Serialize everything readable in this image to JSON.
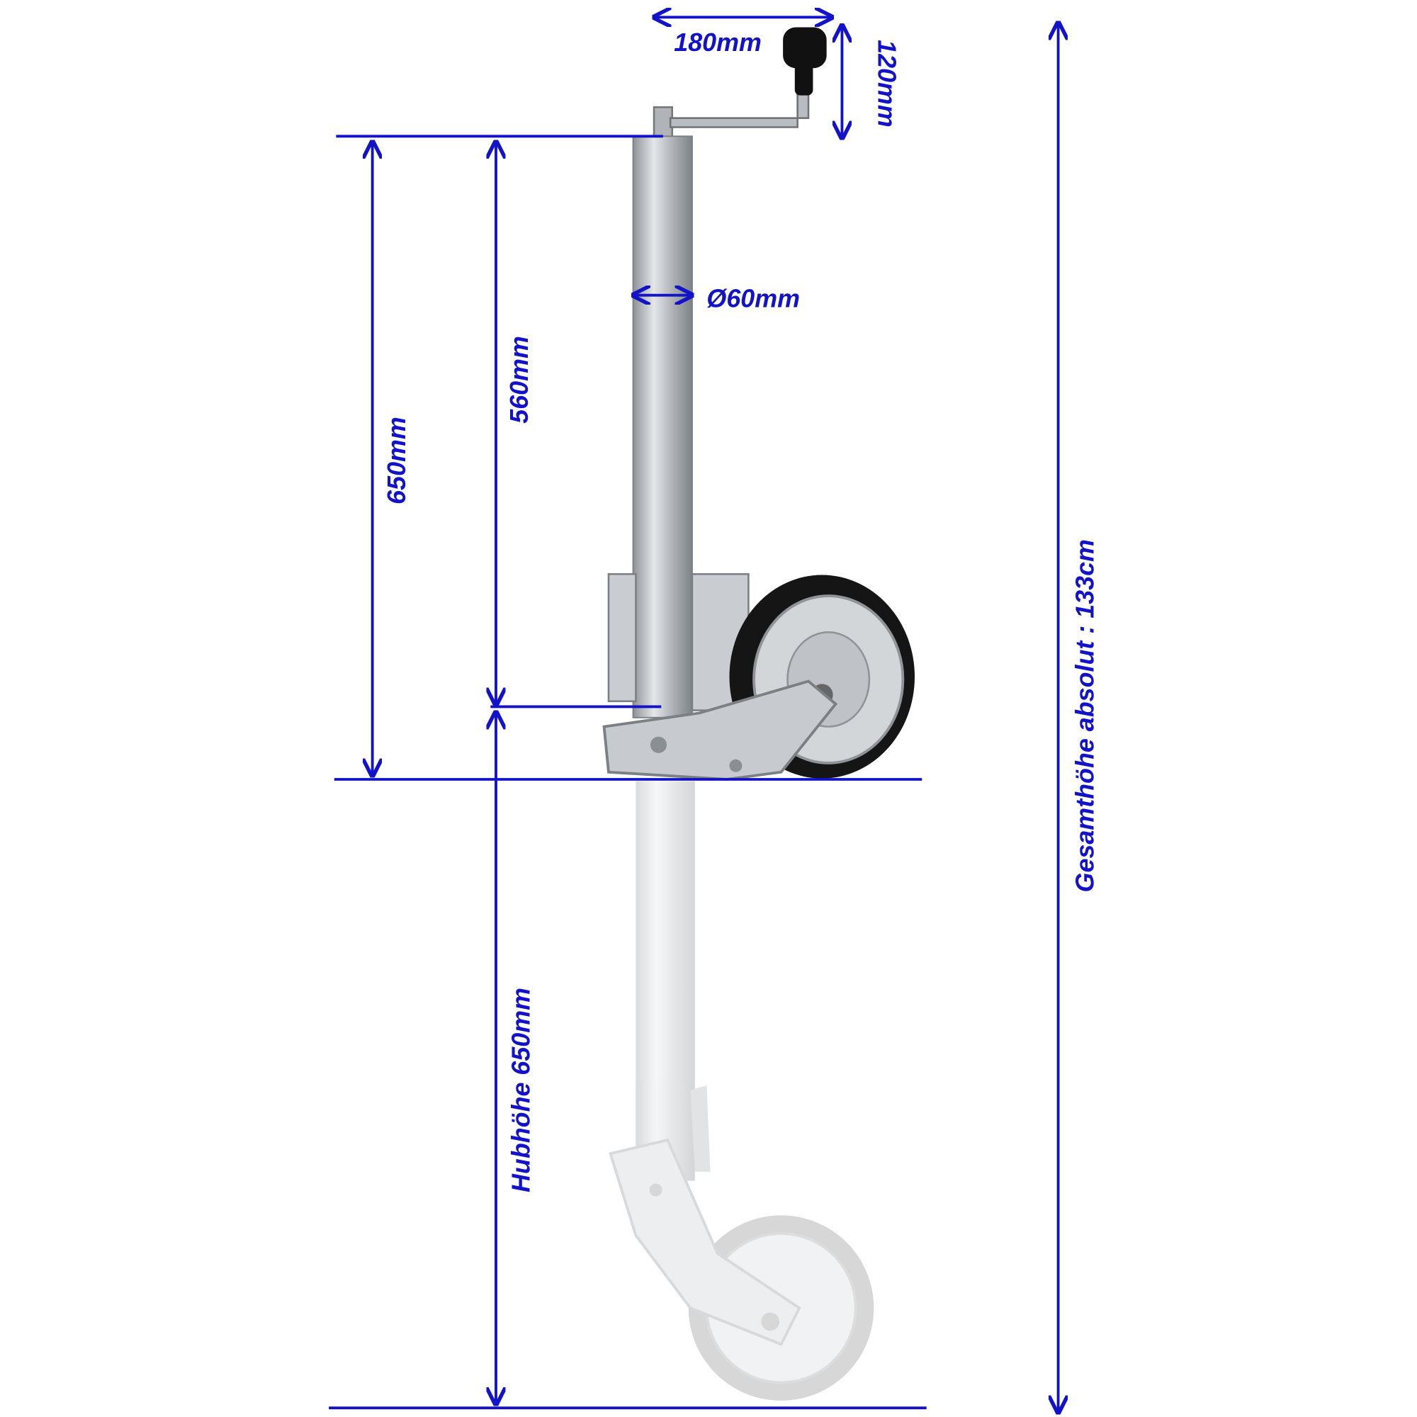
{
  "colors": {
    "dimension": "#1212c8",
    "metal": "#c4c8cc",
    "tyre": "#141414",
    "knob": "#111111"
  },
  "labels": {
    "crank_width": "180mm",
    "crank_height": "120mm",
    "tube_diameter": "Ø60mm",
    "retracted_height": "650mm",
    "tube_length": "560mm",
    "lift_height": "Hubhöhe 650mm",
    "total_height": "Gesamthöhe absolut : 133cm"
  }
}
